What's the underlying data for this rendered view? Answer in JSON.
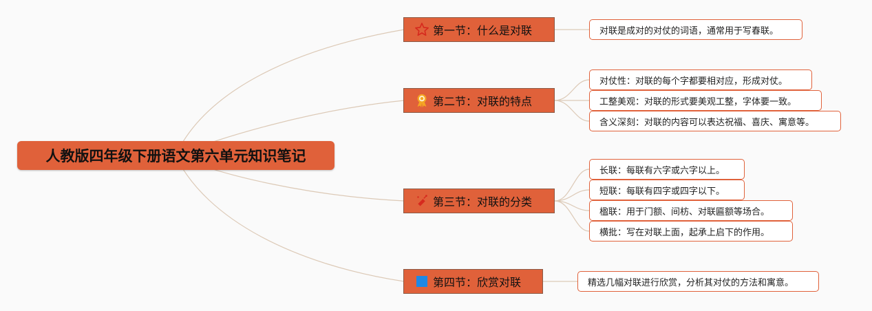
{
  "root": {
    "title": "人教版四年级下册语文第六单元知识笔记"
  },
  "sections": [
    {
      "title": "第一节：什么是对联",
      "icon": "star-icon",
      "items": [
        "对联是成对的对仗的词语，通常用于写春联。"
      ]
    },
    {
      "title": "第二节：对联的特点",
      "icon": "award-ribbon-icon",
      "items": [
        "对仗性：对联的每个字都要相对应，形成对仗。",
        "工整美观：对联的形式要美观工整，字体要一致。",
        "含义深刻：对联的内容可以表达祝福、喜庆、寓意等。"
      ]
    },
    {
      "title": "第三节：对联的分类",
      "icon": "firecracker-icon",
      "items": [
        "长联：每联有六字或六字以上。",
        "短联：每联有四字或四字以下。",
        "楹联：用于门额、间枋、对联匾额等场合。",
        "横批：写在对联上面，起承上启下的作用。"
      ]
    },
    {
      "title": "第四节：欣赏对联",
      "icon": "blue-square-icon",
      "items": [
        "精选几幅对联进行欣赏，分析其对仗的方法和寓意。"
      ]
    }
  ],
  "colors": {
    "node": "#e0613a",
    "node_border": "#8a5a46",
    "link": "#dcc9b6",
    "leaf_border": "#e0613a"
  }
}
